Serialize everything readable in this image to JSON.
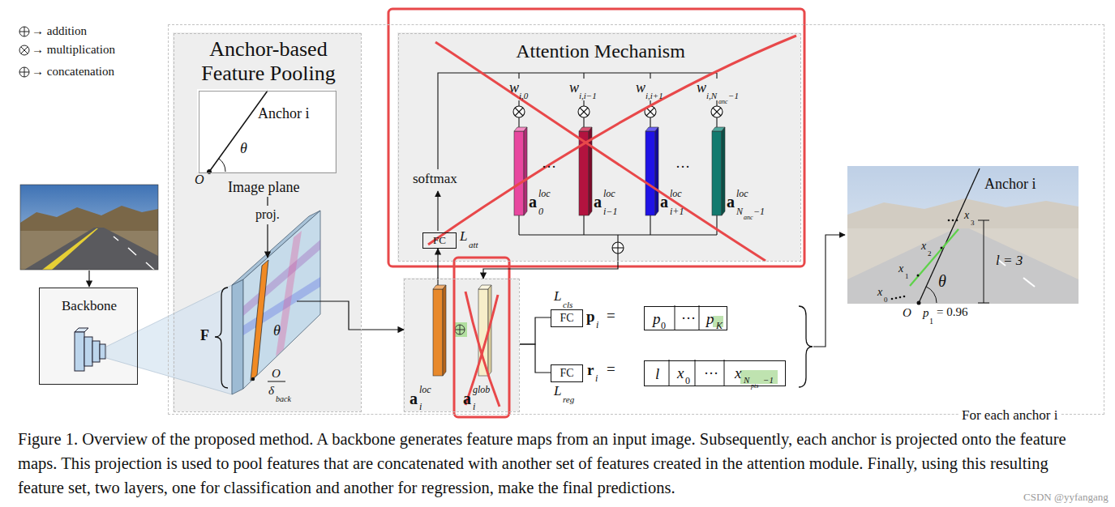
{
  "diagram": {
    "caption": "Figure 1. Overview of the proposed method. A backbone generates feature maps from an input image. Subsequently, each anchor is projected onto the feature maps. This projection is used to pool features that are concatenated with another set of features created in the attention module. Finally, using this resulting feature set, two layers, one for classification and another for regression, make the final predictions.",
    "nodes": [
      {
        "text": [
          "For each anchor i"
        ]
      },
      {
        "text": [
          "Backbone"
        ]
      },
      {
        "text": [
          "Anchor-based Feature Pooling"
        ],
        "in": 0
      },
      {
        "text": [
          "Anchor i",
          "θ",
          "Image plane"
        ],
        "in": 2
      },
      {
        "text": [
          "Attention Mechanism"
        ],
        "in": 0
      },
      {
        "text": [
          "FC"
        ],
        "in": 4
      },
      {
        "text": [
          "a",
          "loc",
          "i",
          "a",
          "glob",
          "i"
        ],
        "in": 0
      },
      {
        "text": [
          "FC"
        ],
        "in": 0
      },
      {
        "text": [
          "FC"
        ],
        "in": 0
      },
      {
        "text": [
          "p",
          "0",
          "···",
          "p",
          "K"
        ],
        "in": 0
      },
      {
        "text": [
          "l",
          "x",
          "0",
          "···",
          "x",
          "N",
          "pts",
          "−1"
        ],
        "in": 0
      }
    ],
    "edges": [
      {
        "from": 2,
        "to": 6,
        "arrow": "to"
      },
      {
        "from": 6,
        "to": 5,
        "arrow": "to"
      },
      {
        "from": 4,
        "to": 6,
        "arrow": "to"
      },
      {
        "from": 6,
        "to": 7,
        "arrow": "none"
      },
      {
        "from": 6,
        "to": 8,
        "arrow": "none"
      }
    ],
    "labels": [
      "O",
      "proj.",
      "F",
      "θ",
      "O",
      "δ",
      "back",
      "softmax",
      "L",
      "att",
      "w",
      "i,0",
      "w",
      "i,i−1",
      "w",
      "i,i+1",
      "w",
      "i,N",
      "anc",
      "−1",
      "···",
      "···",
      "a",
      "loc",
      "0",
      "a",
      "loc",
      "i−1",
      "a",
      "loc",
      "i+1",
      "a",
      "loc",
      "N",
      "anc",
      "−1",
      "L",
      "cls",
      "p",
      "i",
      "=",
      "L",
      "reg",
      "r",
      "i",
      "=",
      "Anchor i",
      "x",
      "3",
      "x",
      "2",
      "x",
      "1",
      "x",
      "0",
      "θ",
      "l = 3",
      "O",
      "p",
      "1",
      "= 0.96",
      "CSDN @yyfangang"
    ],
    "legend": [
      {
        "text": "→ addition"
      },
      {
        "text": "→ multiplication"
      },
      {
        "text": "→ concatenation"
      }
    ]
  }
}
